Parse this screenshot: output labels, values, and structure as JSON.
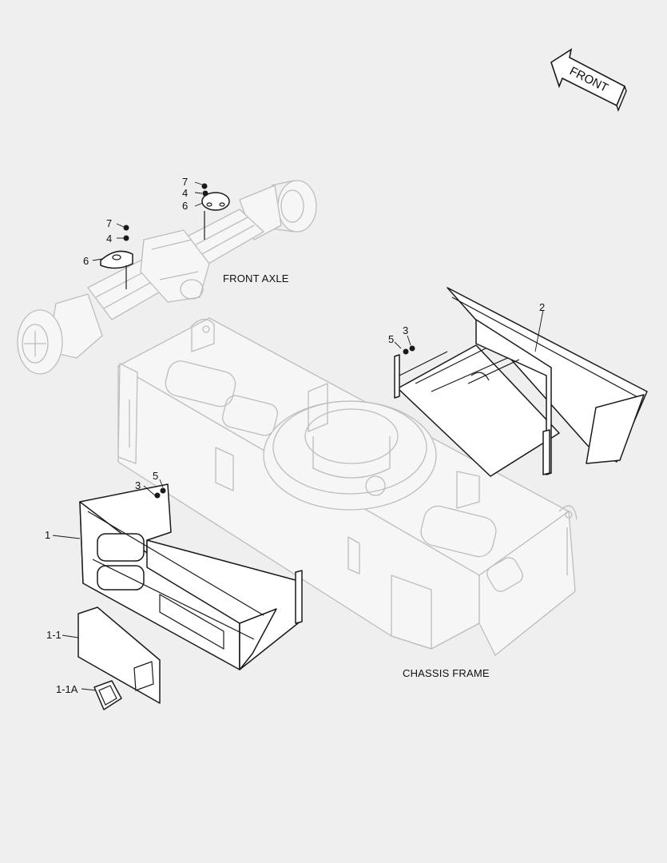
{
  "labels": {
    "front": "FRONT",
    "front_axle": "FRONT AXLE",
    "chassis_frame": "CHASSIS FRAME"
  },
  "callouts": {
    "axle_upper_bolt": "7",
    "axle_upper_washer": "4",
    "axle_upper_cover": "6",
    "axle_lower_bolt": "7",
    "axle_lower_washer": "4",
    "axle_lower_cover": "6",
    "rear_box": "2",
    "rear_bolt": "3",
    "rear_washer": "5",
    "front_bolt": "3",
    "front_washer": "5",
    "front_box": "1",
    "front_panel": "1-1",
    "front_lamp": "1-1A"
  }
}
